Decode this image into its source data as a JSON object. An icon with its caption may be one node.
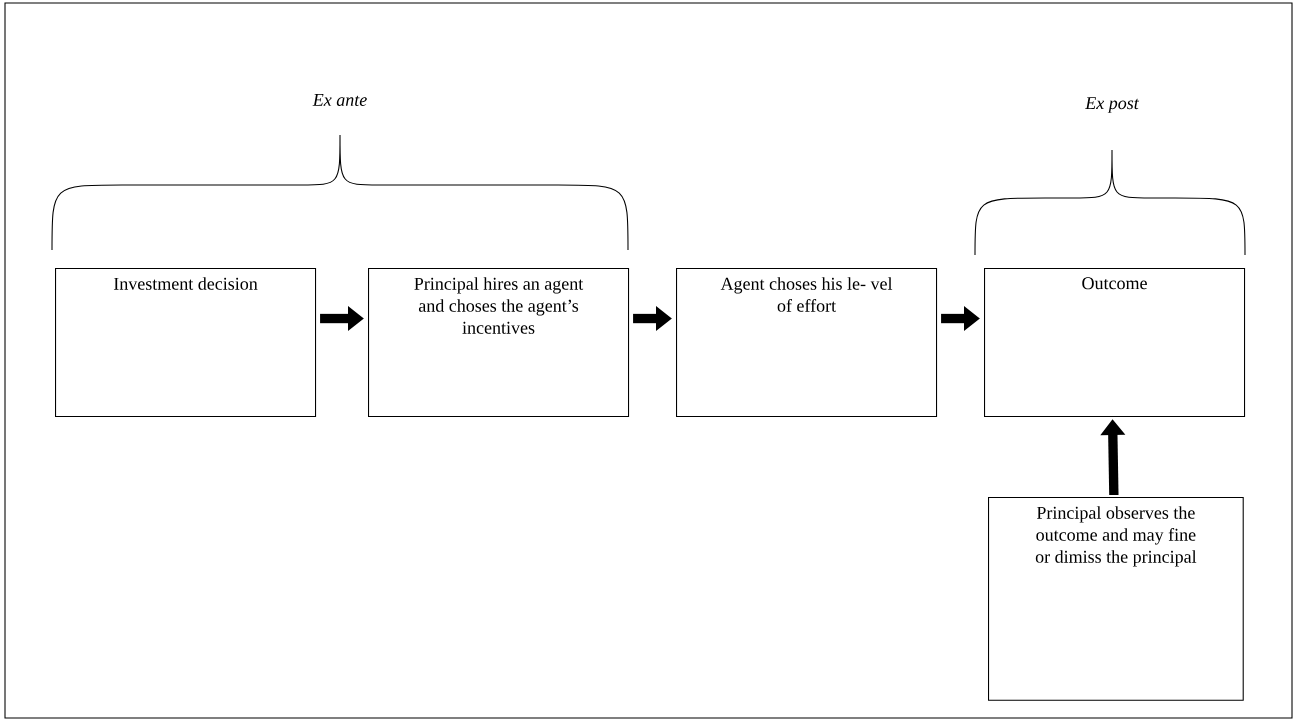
{
  "diagram": {
    "nodes": [
      {
        "text": [
          "Investment decision"
        ]
      },
      {
        "text": [
          "Principal hires an agent and choses the agent’s incentives"
        ]
      },
      {
        "text": [
          "Agent choses his le- vel of effort"
        ]
      },
      {
        "text": [
          "Outcome"
        ]
      },
      {
        "text": [
          "Principal observes the outcome and may fine or dimiss the principal"
        ]
      }
    ],
    "edges": [
      {
        "from": 0,
        "to": 1,
        "arrow": "to"
      },
      {
        "from": 1,
        "to": 2,
        "arrow": "to"
      },
      {
        "from": 2,
        "to": 3,
        "arrow": "to"
      },
      {
        "from": 4,
        "to": 3,
        "arrow": "to"
      }
    ],
    "labels": [
      "Ex ante",
      "Ex post"
    ]
  }
}
